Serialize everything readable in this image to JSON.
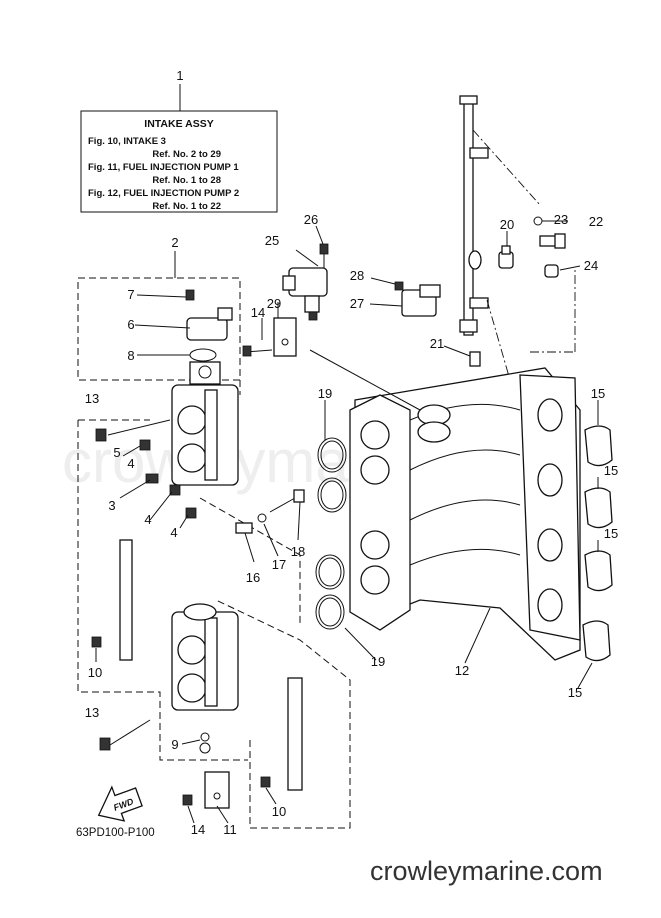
{
  "diagram": {
    "info_box": {
      "title": "INTAKE ASSY",
      "lines": [
        "Fig. 10, INTAKE 3",
        "Ref. No. 2 to 29",
        "Fig. 11, FUEL INJECTION PUMP 1",
        "Ref. No. 1 to 28",
        "Fig. 12, FUEL INJECTION PUMP 2",
        "Ref. No. 1 to 22"
      ]
    },
    "callouts": {
      "c1": "1",
      "c2": "2",
      "c3": "3",
      "c4a": "4",
      "c4b": "4",
      "c5": "5",
      "c6": "6",
      "c7": "7",
      "c8": "8",
      "c9": "9",
      "c10a": "10",
      "c10b": "10",
      "c11": "11",
      "c12": "12",
      "c13a": "13",
      "c13b": "13",
      "c14a": "14",
      "c14b": "14",
      "c15a": "15",
      "c15b": "15",
      "c15c": "15",
      "c15d": "15",
      "c16": "16",
      "c17": "17",
      "c18": "18",
      "c19a": "19",
      "c19b": "19",
      "c20": "20",
      "c21": "21",
      "c22": "22",
      "c23": "23",
      "c24": "24",
      "c25": "25",
      "c26": "26",
      "c27": "27",
      "c28": "28",
      "c29": "29"
    },
    "fwd_label": "FWD",
    "figure_code": "63PD100-P100",
    "watermark": "crowleymarine",
    "site": "crowleymarine.com"
  }
}
